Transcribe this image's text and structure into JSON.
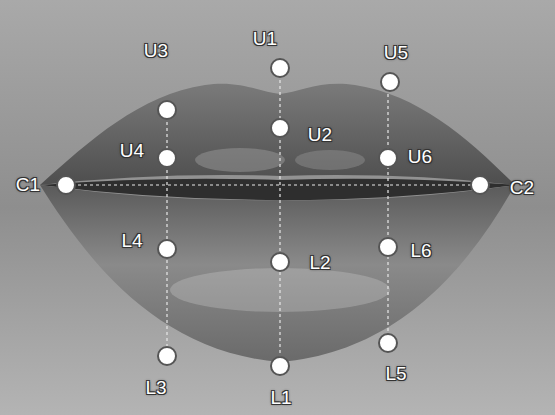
{
  "diagram": {
    "labels": [
      "U3",
      "U1",
      "U5",
      "U2",
      "U4",
      "U6",
      "C1",
      "C2",
      "L4",
      "L2",
      "L6",
      "L3",
      "L1",
      "L5"
    ]
  }
}
